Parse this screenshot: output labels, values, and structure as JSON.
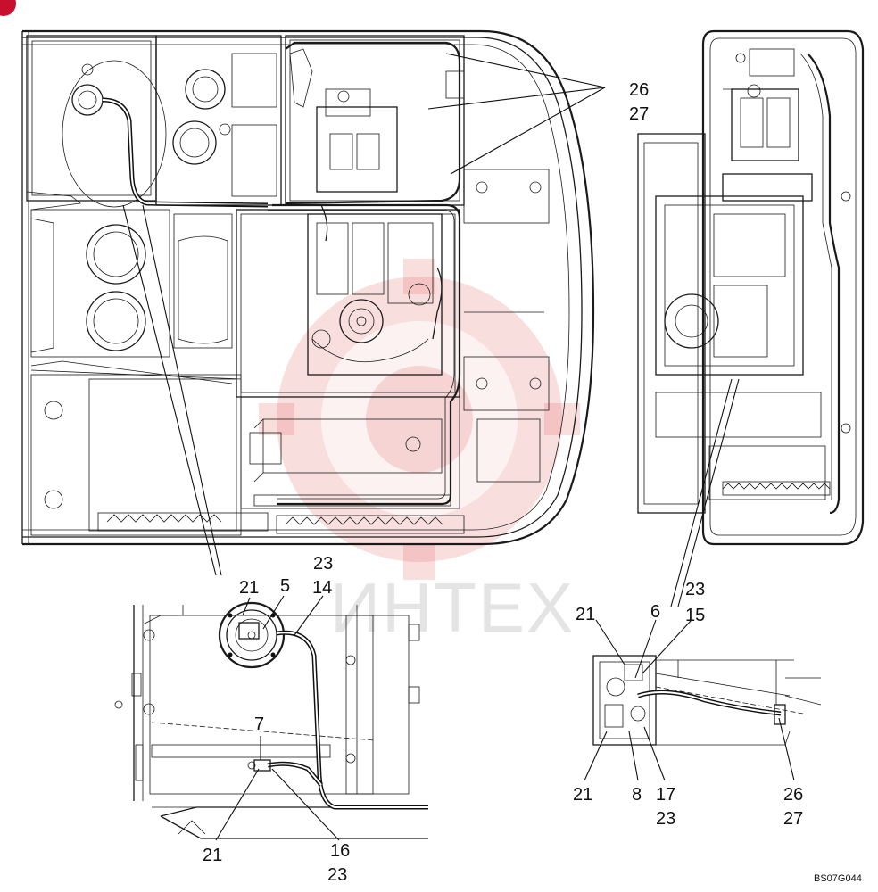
{
  "drawing_code": "BS07G044",
  "watermark_text": "ИНТЕХ",
  "callouts": {
    "top_26": "26",
    "top_27": "27",
    "left_23": "23",
    "left_21_top": "21",
    "left_5": "5",
    "left_14": "14",
    "left_7": "7",
    "left_21_bottom": "21",
    "left_16": "16",
    "left_23_bottom": "23",
    "right_23": "23",
    "right_21_top": "21",
    "right_6": "6",
    "right_15": "15",
    "right_21_bottom": "21",
    "right_8": "8",
    "right_17": "17",
    "right_23_bottom": "23",
    "right_26": "26",
    "right_27": "27"
  },
  "colors": {
    "line": "#1a1a1a",
    "watermark_gear": "#e36a6a",
    "watermark_text": "#cfcfcf",
    "corner_mark": "#c8102e"
  }
}
